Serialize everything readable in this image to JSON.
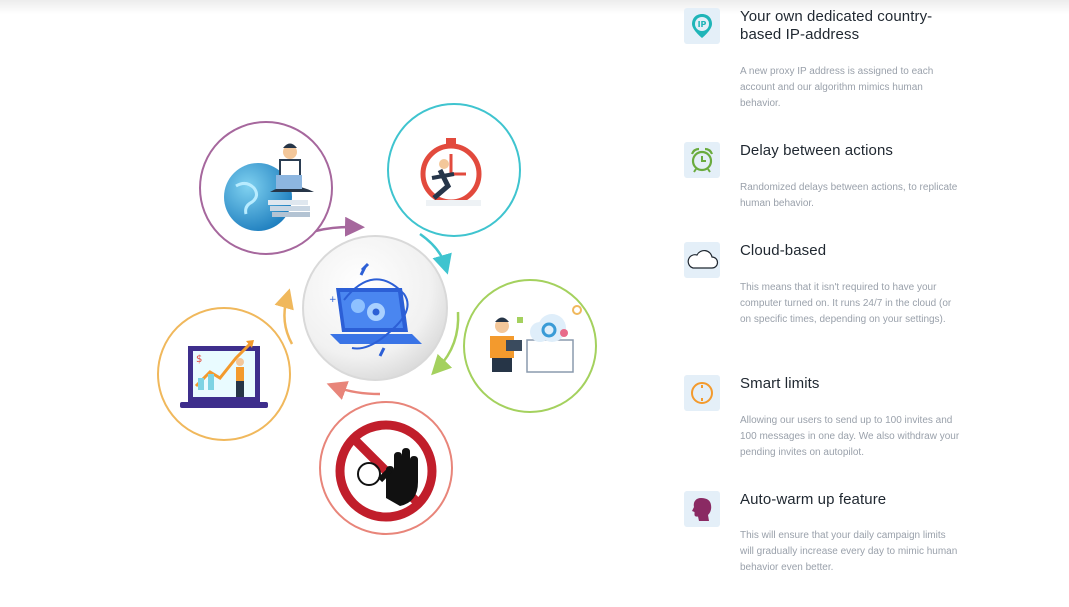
{
  "features": [
    {
      "icon": "location-ip-pin-icon",
      "icon_text": "IP",
      "title": "Your own dedicated country-based IP-address",
      "description": "A new proxy IP address is assigned to each account and our algorithm mimics human behavior."
    },
    {
      "icon": "alarm-clock-icon",
      "title": "Delay between actions",
      "description": "Randomized delays between actions, to replicate human behavior."
    },
    {
      "icon": "cloud-icon",
      "title": "Cloud-based",
      "description": "This means that it isn't required to have your computer turned on. It runs 24/7 in the cloud (or on specific times, depending on your settings)."
    },
    {
      "icon": "limit-circle-icon",
      "title": "Smart limits",
      "description": "Allowing our users to send up to 100 invites and 100 messages in one day. We also withdraw your pending invites on autopilot."
    },
    {
      "icon": "human-head-icon",
      "title": "Auto-warm up feature",
      "description": "This will ensure that your daily campaign limits will gradually increase every day to mimic human behavior even better."
    }
  ],
  "illustration": {
    "nodes": [
      {
        "name": "globe-person-illustration",
        "ring_color": "#a6679d"
      },
      {
        "name": "stopwatch-runner-illustration",
        "ring_color": "#3fc4cf"
      },
      {
        "name": "cloud-worker-illustration",
        "ring_color": "#a4d15e"
      },
      {
        "name": "stop-hand-sign-illustration",
        "ring_color": "#e8857a"
      },
      {
        "name": "growth-chart-laptop-illustration",
        "ring_color": "#f0b85c"
      }
    ],
    "center": "laptop-gears-icon"
  }
}
